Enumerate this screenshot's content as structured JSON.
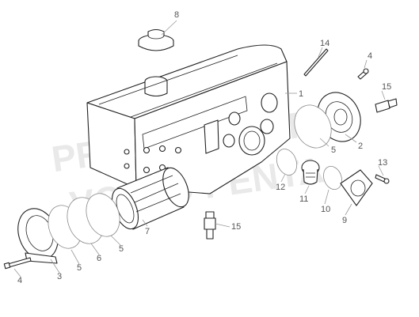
{
  "watermark": {
    "line1": "PROPERTY OF",
    "line2": "VOLVO PENTA"
  },
  "callouts": {
    "c1": "1",
    "c2": "2",
    "c3": "3",
    "c4_left": "4",
    "c4_right": "4",
    "c5_a": "5",
    "c5_b": "5",
    "c5_c": "5",
    "c6": "6",
    "c7": "7",
    "c8": "8",
    "c9": "9",
    "c10": "10",
    "c11": "11",
    "c12": "12",
    "c13": "13",
    "c14": "14",
    "c15_top": "15",
    "c15_bottom": "15"
  }
}
